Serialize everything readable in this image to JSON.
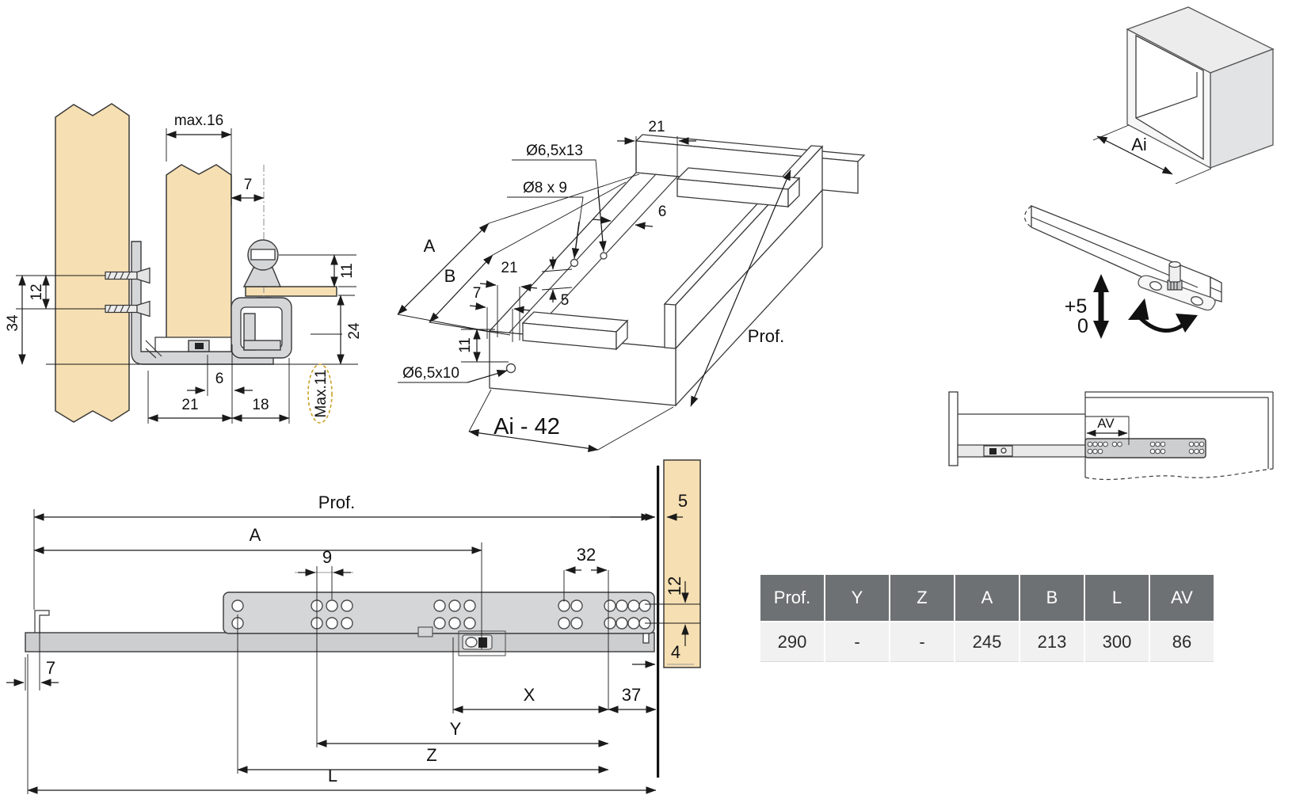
{
  "xsec": {
    "max16": "max.16",
    "d7": "7",
    "d12": "12",
    "d34": "34",
    "d11": "11",
    "d24": "24",
    "d6": "6",
    "d21": "21",
    "d18": "18",
    "max11": "Max.11"
  },
  "iso": {
    "d21top": "21",
    "holeTop": "Ø6,5x13",
    "holeMid": "Ø8 x 9",
    "d6": "6",
    "dA": "A",
    "dB": "B",
    "d21": "21",
    "d7": "7",
    "d5": "5",
    "d11": "11",
    "holeFront": "Ø6,5x10",
    "prof": "Prof.",
    "ai42": "Ai - 42"
  },
  "cabinet": {
    "ai": "Ai"
  },
  "adjust": {
    "plus": "+5",
    "zero": "0"
  },
  "slideav": {
    "av": "AV"
  },
  "side": {
    "prof": "Prof.",
    "dA": "A",
    "d9": "9",
    "d32": "32",
    "d5": "5",
    "d12": "12",
    "d4": "4",
    "d7": "7",
    "dX": "X",
    "d37": "37",
    "dY": "Y",
    "dZ": "Z",
    "dL": "L"
  },
  "table": {
    "headers": [
      "Prof.",
      "Y",
      "Z",
      "A",
      "B",
      "L",
      "AV"
    ],
    "row": [
      "290",
      "-",
      "-",
      "245",
      "213",
      "300",
      "86"
    ]
  },
  "colors": {
    "wood": "#f6dfb2",
    "metal": "#d5d6d8",
    "line": "#1a1a1a",
    "accent": "#c9a227",
    "theadbg": "#6e7173",
    "theadtx": "#ffffff",
    "trowbg": "#f1f1f2"
  }
}
